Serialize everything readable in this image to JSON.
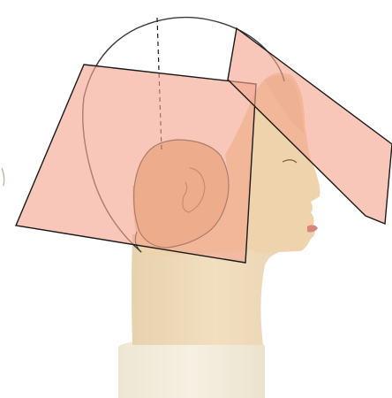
{
  "colors": {
    "background": "#ffffff",
    "skin": "#ecd0a8",
    "skin_shadow": "#dcb486",
    "neck": "#efdcbc",
    "base": "#f2ead7",
    "panel_fill": "#f4a48e",
    "panel_stroke": "#1a1a1a",
    "outline": "#3a3a3a",
    "lips": "#d9847a"
  },
  "icons": {
    "figure": "mannequin-head-profile",
    "panels": [
      "rectangular-section-panel",
      "angled-section-panel"
    ],
    "guide": "dashed-vertical-guide-line"
  }
}
